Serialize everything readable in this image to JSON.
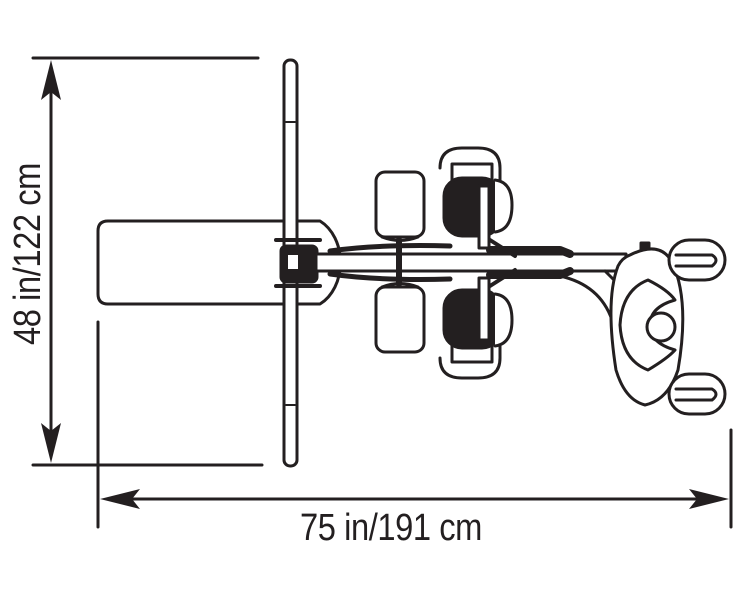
{
  "diagram": {
    "title": "Top view footprint dimensions",
    "subject": "Exercise bench equipment (top view)",
    "dimensions": {
      "height": {
        "label": "48 in/122 cm",
        "inches": 48,
        "cm": 122,
        "orientation": "vertical"
      },
      "width": {
        "label": "75 in/191 cm",
        "inches": 75,
        "cm": 191,
        "orientation": "horizontal"
      }
    },
    "components": [
      "seat-pad",
      "cross-bar",
      "main-rail",
      "leg-roller-pads",
      "foot-pedals",
      "rear-stabilizer-base",
      "rear-wheels"
    ],
    "colors": {
      "line": "#231f20",
      "background": "#ffffff"
    }
  }
}
